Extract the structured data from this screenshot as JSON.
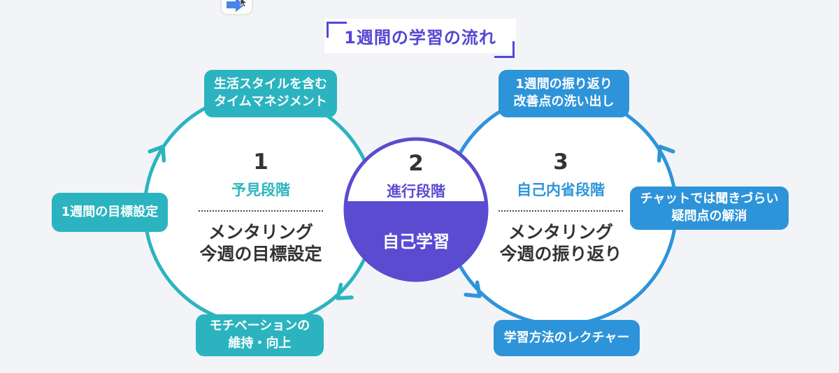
{
  "title": {
    "text": "1週間の学習の流れ"
  },
  "stages": [
    {
      "number": "1",
      "name": "予見段階",
      "body": "メンタリング\n今週の目標設定"
    },
    {
      "number": "2",
      "name": "進行段階",
      "body": "自己学習"
    },
    {
      "number": "3",
      "name": "自己内省段階",
      "body": "メンタリング\n今週の振り返り"
    }
  ],
  "labels": {
    "top_left": "生活スタイルを含む\nタイムマネジメント",
    "left": "1週間の目標設定",
    "bottom_left": "モチベーションの\n維持・向上",
    "top_right": "1週間の振り返り\n改善点の洗い出し",
    "right": "チャットでは聞きづらい\n疑問点の解消",
    "bottom_right": "学習方法のレクチャー"
  },
  "icons": {
    "tool": "forward-arrow-cursor-icon",
    "cycle_arrowheads": "chevron-arrowhead"
  },
  "colors": {
    "teal": "#2bb4bf",
    "blue": "#2e94da",
    "purple": "#5a4bd0",
    "title_purple": "#5645d5",
    "dark": "#333333",
    "background": "#f3f4f7"
  }
}
